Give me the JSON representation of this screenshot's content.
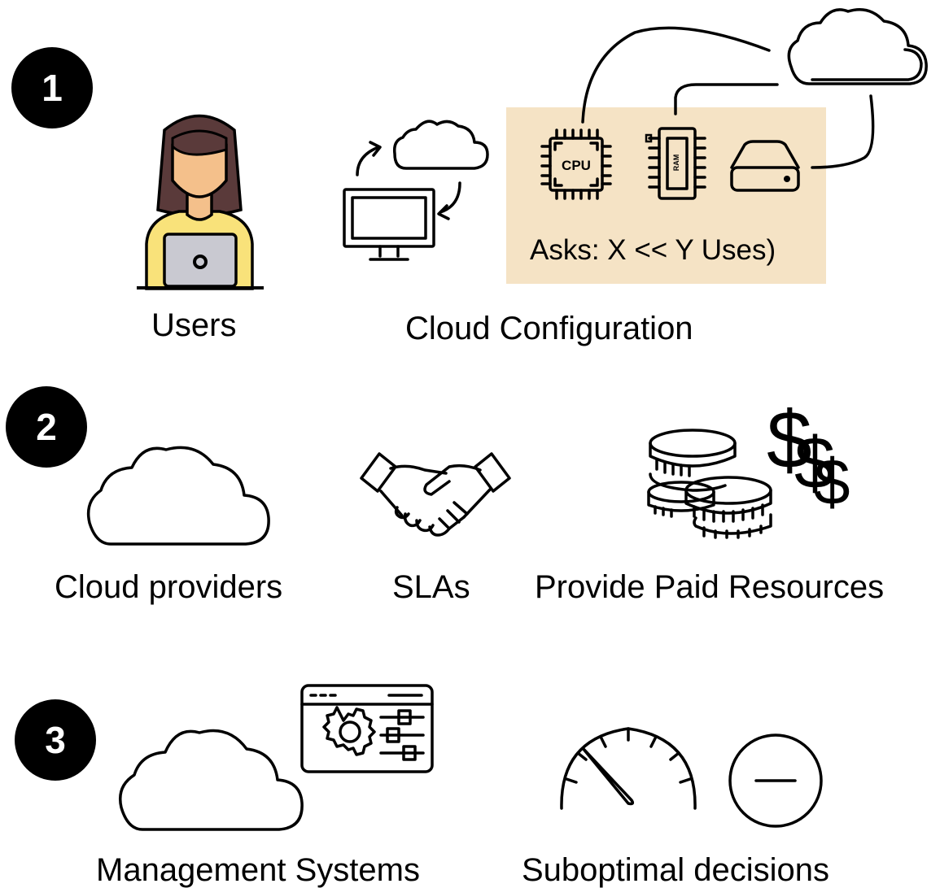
{
  "steps": [
    {
      "number": "1"
    },
    {
      "number": "2"
    },
    {
      "number": "3"
    }
  ],
  "step1": {
    "users_label": "Users",
    "config_label": "Cloud Configuration",
    "cpu_chip_text": "CPU",
    "ram_chip_text": "RAM",
    "asks_text": "Asks: X << Y Uses)"
  },
  "step2": {
    "providers_label": "Cloud providers",
    "slas_label": "SLAs",
    "resources_label": "Provide Paid Resources"
  },
  "step3": {
    "management_label": "Management Systems",
    "decisions_label": "Suboptimal decisions"
  },
  "colors": {
    "highlight": "#f5e3c5",
    "user_hair": "#5a3a3a",
    "user_skin": "#f4c08b",
    "user_shirt": "#f9e27a",
    "laptop": "#c9c9d1"
  }
}
